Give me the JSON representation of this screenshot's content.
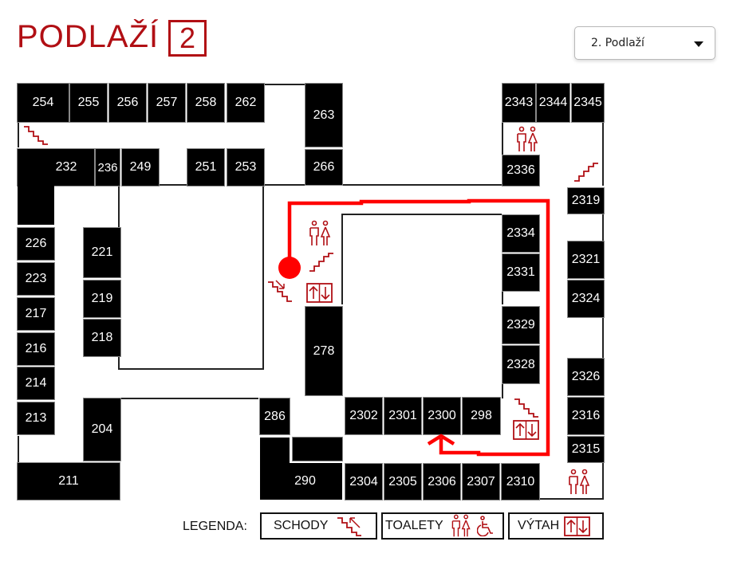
{
  "header": {
    "title": "PODLAŽÍ",
    "floor_number": "2"
  },
  "floor_select": {
    "selected": "2. Podlaží",
    "icon": "caret-down-icon"
  },
  "rooms": {
    "r254": "254",
    "r255": "255",
    "r256": "256",
    "r257": "257",
    "r258": "258",
    "r262": "262",
    "r263": "263",
    "r266": "266",
    "r232": "232",
    "r236": "236",
    "r249": "249",
    "r251": "251",
    "r253": "253",
    "r226": "226",
    "r223": "223",
    "r217": "217",
    "r216": "216",
    "r214": "214",
    "r213": "213",
    "r211": "211",
    "r221": "221",
    "r219": "219",
    "r218": "218",
    "r204": "204",
    "r278": "278",
    "r286": "286",
    "r290": "290",
    "r2343": "2343",
    "r2344": "2344",
    "r2345": "2345",
    "r2336": "2336",
    "r2319": "2319",
    "r2334": "2334",
    "r2331": "2331",
    "r2329": "2329",
    "r2328": "2328",
    "r2321": "2321",
    "r2324": "2324",
    "r2326": "2326",
    "r2316": "2316",
    "r2315": "2315",
    "r2302": "2302",
    "r2301": "2301",
    "r2300": "2300",
    "r298": "298",
    "r2304": "2304",
    "r2305": "2305",
    "r2306": "2306",
    "r2307": "2307",
    "r2310": "2310"
  },
  "route": {
    "color": "#ff0000",
    "start_marker": "current-location-dot",
    "destination": "2300"
  },
  "legend": {
    "label": "LEGENDA:",
    "items": [
      {
        "label": "SCHODY",
        "icon": "stairs-icon"
      },
      {
        "label": "TOALETY",
        "icon": "toilet-icon"
      },
      {
        "label": "VÝTAH",
        "icon": "elevator-icon"
      }
    ]
  },
  "colors": {
    "accent": "#b10f14",
    "route": "#ff0000",
    "room": "#000000"
  }
}
